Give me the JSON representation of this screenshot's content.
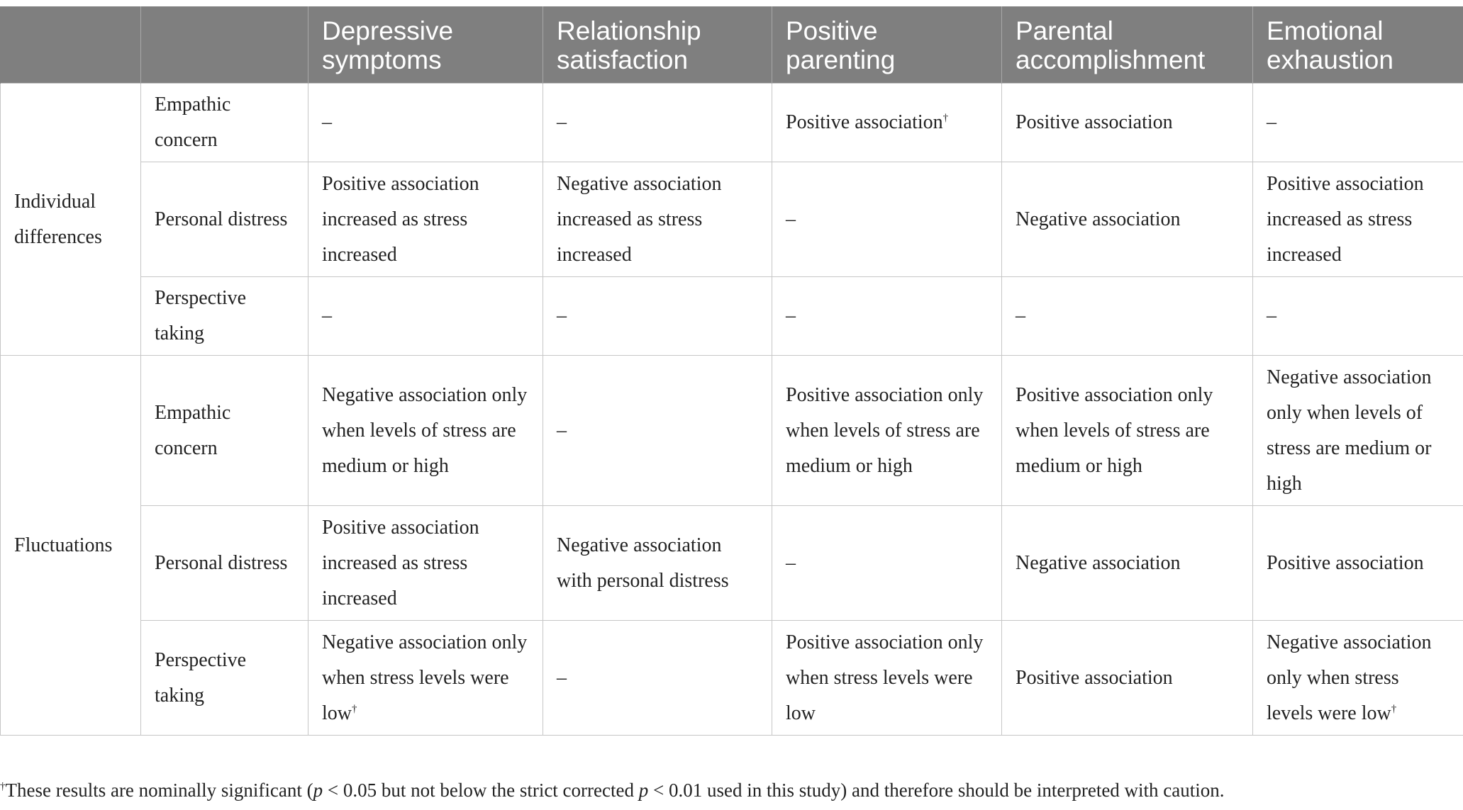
{
  "table": {
    "headers": [
      "",
      "",
      "Depressive symptoms",
      "Relationship satisfaction",
      "Positive parenting",
      "Parental accomplishment",
      "Emotional exhaustion"
    ],
    "groups": [
      "Individual differences",
      "Fluctuations"
    ],
    "rows": [
      {
        "empathy": "Empathic concern",
        "cells": [
          "–",
          "–",
          "Positive association",
          "Positive association",
          "–"
        ]
      },
      {
        "empathy": "Personal distress",
        "cells": [
          "Positive association increased as stress increased",
          "Negative association increased as stress increased",
          "–",
          "Negative association",
          "Positive association increased as stress increased"
        ]
      },
      {
        "empathy": "Perspective taking",
        "cells": [
          "–",
          "–",
          "–",
          "–",
          "–"
        ]
      },
      {
        "empathy": "Empathic concern",
        "cells": [
          "Negative association only when levels of stress are medium or high",
          "–",
          "Positive association only when levels of stress are medium or high",
          "Positive association only when levels of stress are medium or high",
          "Negative association only when levels of stress are medium or high"
        ]
      },
      {
        "empathy": "Personal distress",
        "cells": [
          "Positive association increased as stress increased",
          "Negative association with personal distress",
          "–",
          "Negative association",
          "Positive association"
        ]
      },
      {
        "empathy": "Perspective taking",
        "cells": [
          "Negative association only when stress levels were low",
          "–",
          "Positive association only when stress levels were low",
          "Positive association",
          "Negative association only when stress levels were low"
        ]
      }
    ],
    "dagger": "†"
  },
  "footnote": {
    "mark": "†",
    "text_1": "These results are nominally significant (",
    "p1": "p",
    "text_2": " < 0.05 but not below the strict corrected ",
    "p2": "p",
    "text_3": " < 0.01 used in this study) and therefore should be interpreted with caution."
  }
}
